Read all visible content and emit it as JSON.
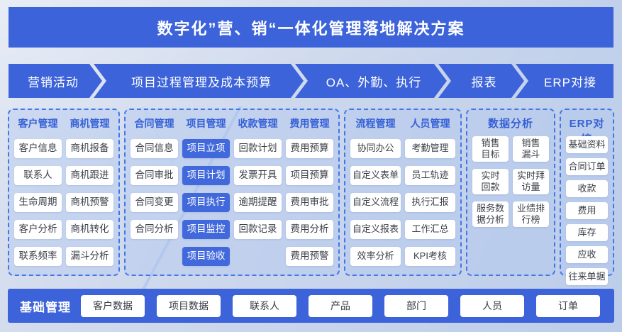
{
  "title": "数字化”营、销“一体化管理落地解决方案",
  "flow": {
    "steps": [
      "营销活动",
      "项目过程管理及成本预算",
      "OA、外勤、执行",
      "报表",
      "ERP对接"
    ]
  },
  "panels": [
    {
      "id": "crm",
      "columns": [
        {
          "header": "客户管理",
          "items": [
            "客户信息",
            "联系人",
            "生命周期",
            "客户分析",
            "联系频率"
          ]
        },
        {
          "header": "商机管理",
          "items": [
            "商机报备",
            "商机跟进",
            "商机预警",
            "商机转化",
            "漏斗分析"
          ]
        }
      ]
    },
    {
      "id": "project",
      "columns": [
        {
          "header": "合同管理",
          "items": [
            "合同信息",
            "合同审批",
            "合同变更",
            "合同分析"
          ]
        },
        {
          "header": "项目管理",
          "highlight": true,
          "items": [
            "项目立项",
            "项目计划",
            "项目执行",
            "项目监控",
            "项目验收"
          ]
        },
        {
          "header": "收款管理",
          "items": [
            "回款计划",
            "发票开具",
            "逾期提醒",
            "回款记录"
          ]
        },
        {
          "header": "费用管理",
          "items": [
            "费用预算",
            "项目预算",
            "费用审批",
            "费用分析",
            "费用预警"
          ]
        }
      ]
    },
    {
      "id": "process",
      "columns": [
        {
          "header": "流程管理",
          "items": [
            "协同办公",
            "自定义表单",
            "自定义流程",
            "自定义报表",
            "效率分析"
          ]
        },
        {
          "header": "人员管理",
          "items": [
            "考勤管理",
            "员工轨迹",
            "执行汇报",
            "工作汇总",
            "KPI考核"
          ]
        }
      ]
    },
    {
      "id": "analytics",
      "title": "数据分析",
      "columns": [
        {
          "items": [
            "销售\n目标",
            "实时\n回款",
            "服务数\n据分析"
          ]
        },
        {
          "items": [
            "销售\n漏斗",
            "实时拜\n访量",
            "业绩排\n行榜"
          ]
        }
      ]
    },
    {
      "id": "erp",
      "title": "ERP对接",
      "columns": [
        {
          "items": [
            "基础资料",
            "合同订单",
            "收款",
            "费用",
            "库存",
            "应收",
            "往来单据"
          ]
        }
      ]
    }
  ],
  "base": {
    "label": "基础管理",
    "items": [
      "客户数据",
      "项目数据",
      "联系人",
      "产品",
      "部门",
      "人员",
      "订单"
    ]
  },
  "colors": {
    "primary": "#3c63d9",
    "highlight_chip": "#4169db",
    "panel_border": "#4377e8",
    "header_text": "#3560d6"
  }
}
